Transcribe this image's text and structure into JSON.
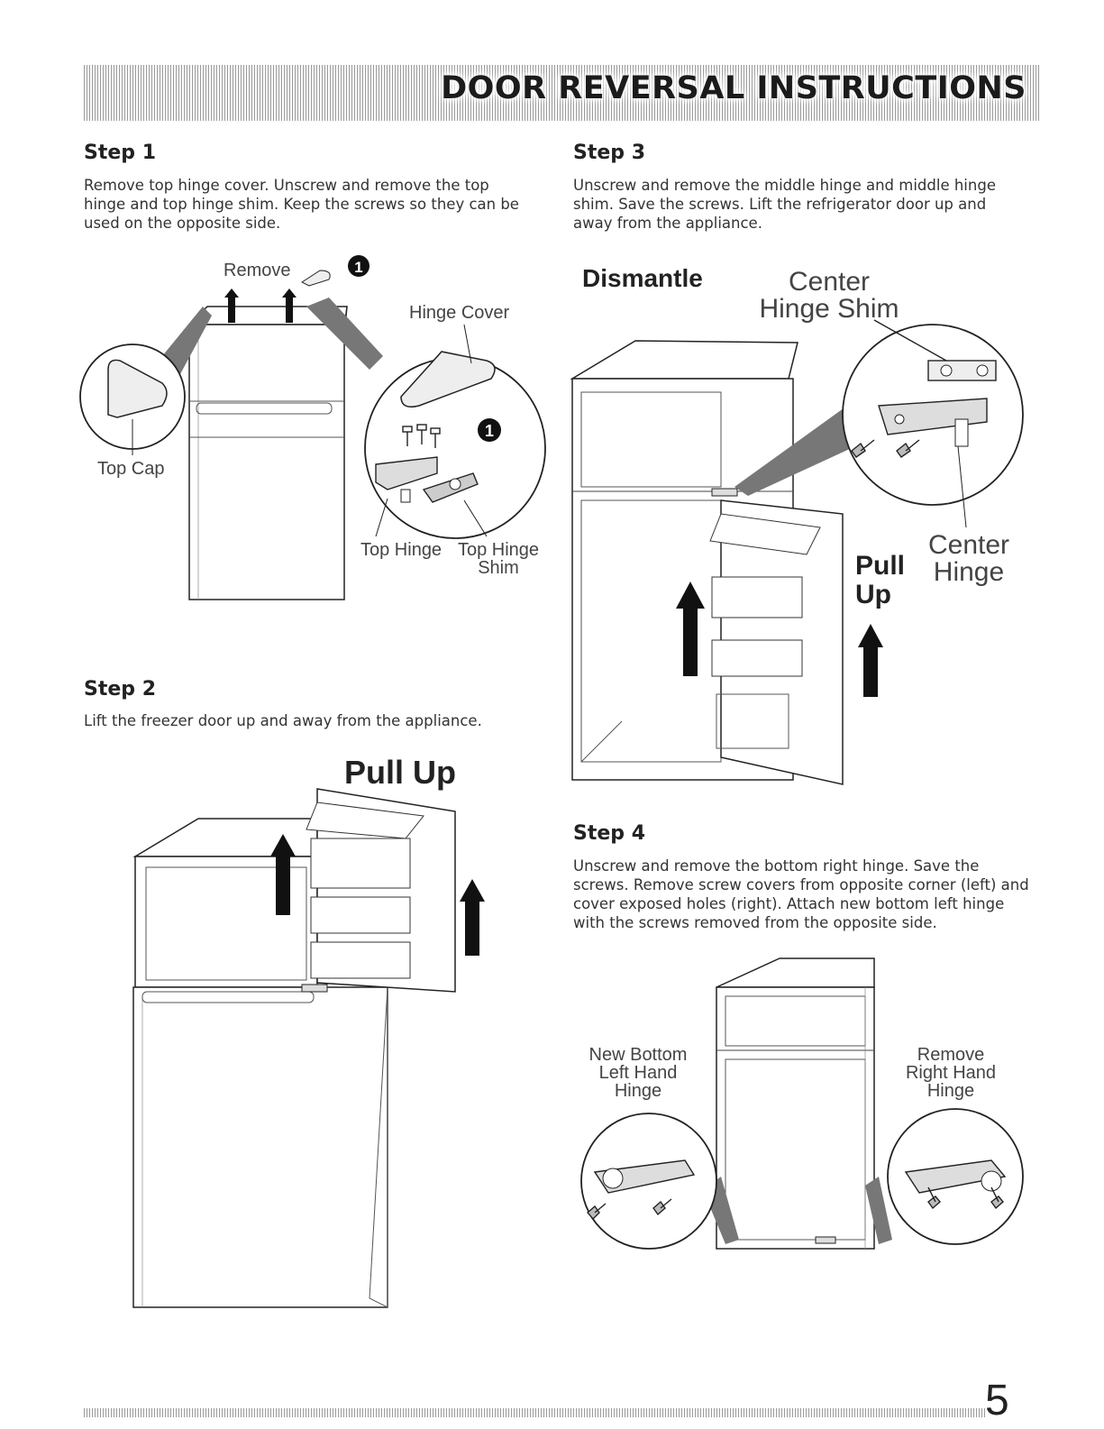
{
  "header": {
    "title": "DOOR REVERSAL INSTRUCTIONS"
  },
  "steps": [
    {
      "heading": "Step 1",
      "text": "Remove top hinge cover. Unscrew and remove the top hinge and top hinge shim. Keep the screws so they can be used on the opposite side."
    },
    {
      "heading": "Step 2",
      "text": "Lift the freezer door up and away from the appliance."
    },
    {
      "heading": "Step 3",
      "text": "Unscrew and remove the middle hinge and middle hinge shim. Save the screws. Lift the refrigerator door up and away from the appliance."
    },
    {
      "heading": "Step 4",
      "text": "Unscrew and remove the bottom right hinge. Save the screws. Remove screw covers from opposite corner (left) and cover exposed holes (right). Attach new bottom left hinge with the screws removed from the opposite side."
    }
  ],
  "figure1": {
    "remove": "Remove",
    "hinge_cover": "Hinge Cover",
    "top_cap": "Top Cap",
    "top_hinge": "Top Hinge",
    "top_hinge_shim_line1": "Top Hinge",
    "top_hinge_shim_line2": "Shim",
    "marker": "1"
  },
  "figure2": {
    "pull_up": "Pull Up"
  },
  "figure3": {
    "dismantle": "Dismantle",
    "center_hinge_shim_line1": "Center",
    "center_hinge_shim_line2": "Hinge Shim",
    "pull": "Pull",
    "up": "Up",
    "center_hinge_line1": "Center",
    "center_hinge_line2": "Hinge"
  },
  "figure4": {
    "left_line1": "New Bottom",
    "left_line2": "Left Hand",
    "left_line3": "Hinge",
    "right_line1": "Remove",
    "right_line2": "Right Hand",
    "right_line3": "Hinge"
  },
  "footer": {
    "page_number": "5"
  }
}
